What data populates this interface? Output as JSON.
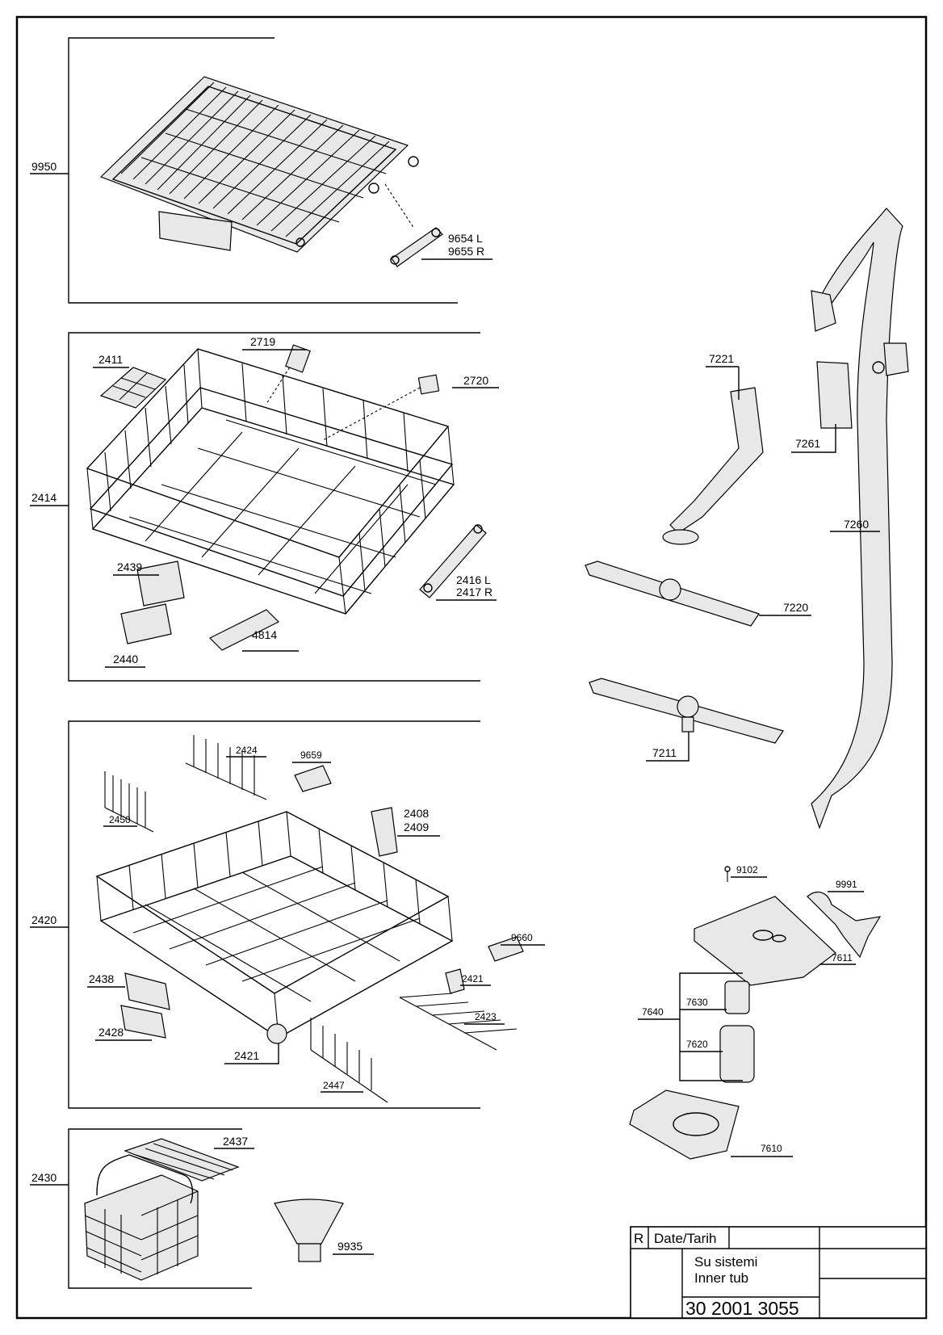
{
  "drawing": {
    "groups": [
      {
        "id": "upper-tray",
        "label": "9950"
      },
      {
        "id": "upper-basket",
        "label": "2414"
      },
      {
        "id": "lower-basket",
        "label": "2420"
      },
      {
        "id": "cutlery-basket",
        "label": "2430"
      }
    ],
    "parts": [
      {
        "id": "p9654",
        "label": "9654 L"
      },
      {
        "id": "p9655",
        "label": "9655 R"
      },
      {
        "id": "p2719",
        "label": "2719"
      },
      {
        "id": "p2411",
        "label": "2411"
      },
      {
        "id": "p2720",
        "label": "2720"
      },
      {
        "id": "p2439",
        "label": "2439"
      },
      {
        "id": "p2416",
        "label": "2416 L"
      },
      {
        "id": "p2417",
        "label": "2417 R"
      },
      {
        "id": "p2440",
        "label": "2440"
      },
      {
        "id": "p4814",
        "label": "4814"
      },
      {
        "id": "p2424",
        "label": "2424"
      },
      {
        "id": "p9659",
        "label": "9659"
      },
      {
        "id": "p2450",
        "label": "2450"
      },
      {
        "id": "p2408",
        "label": "2408"
      },
      {
        "id": "p2409",
        "label": "2409"
      },
      {
        "id": "p9660",
        "label": "9660"
      },
      {
        "id": "p2438",
        "label": "2438"
      },
      {
        "id": "p2421a",
        "label": "2421"
      },
      {
        "id": "p2423",
        "label": "2423"
      },
      {
        "id": "p2428",
        "label": "2428"
      },
      {
        "id": "p2421b",
        "label": "2421"
      },
      {
        "id": "p2447",
        "label": "2447"
      },
      {
        "id": "p2437",
        "label": "2437"
      },
      {
        "id": "p9935",
        "label": "9935"
      },
      {
        "id": "p7221",
        "label": "7221"
      },
      {
        "id": "p7261",
        "label": "7261"
      },
      {
        "id": "p7260",
        "label": "7260"
      },
      {
        "id": "p7220",
        "label": "7220"
      },
      {
        "id": "p7211",
        "label": "7211"
      },
      {
        "id": "p9102",
        "label": "9102"
      },
      {
        "id": "p9991",
        "label": "9991"
      },
      {
        "id": "p7611",
        "label": "7611"
      },
      {
        "id": "p7640",
        "label": "7640"
      },
      {
        "id": "p7630",
        "label": "7630"
      },
      {
        "id": "p7620",
        "label": "7620"
      },
      {
        "id": "p7610",
        "label": "7610"
      }
    ]
  },
  "title_block": {
    "revision_label": "R",
    "date_label": "Date/Tarih",
    "name_tr": "Su sistemi",
    "name_en": "Inner tub",
    "drawing_number": "30 2001 3055"
  }
}
